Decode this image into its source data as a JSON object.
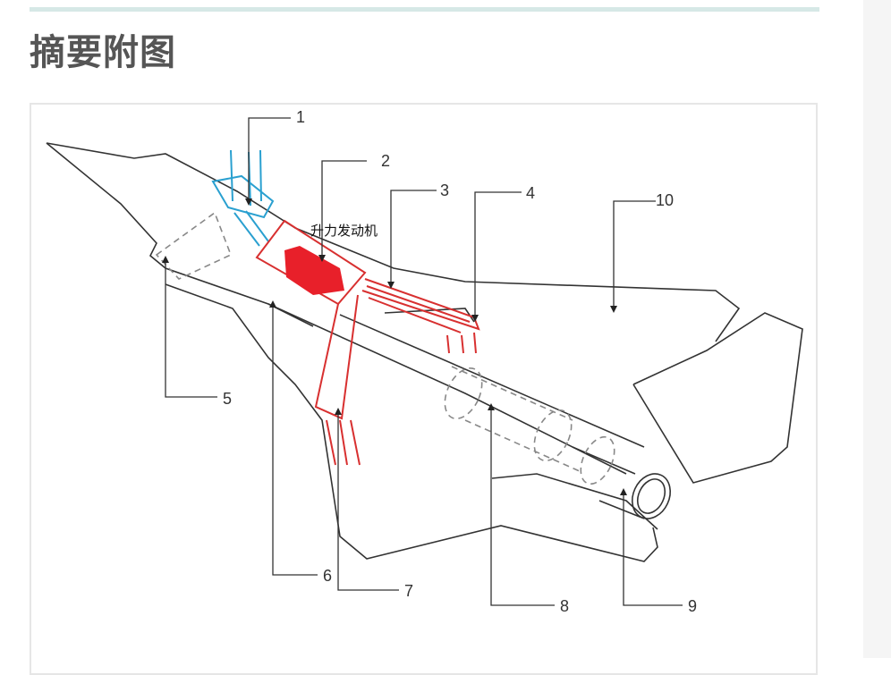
{
  "page": {
    "title": "摘要附图"
  },
  "figure": {
    "annotation": "升力发动机",
    "labels": [
      "1",
      "2",
      "3",
      "4",
      "5",
      "6",
      "7",
      "8",
      "9",
      "10"
    ],
    "colors": {
      "outline": "#333333",
      "inlet": "#2aa0d0",
      "lift_engine": "#d83030",
      "fill": "#e8202a"
    }
  }
}
